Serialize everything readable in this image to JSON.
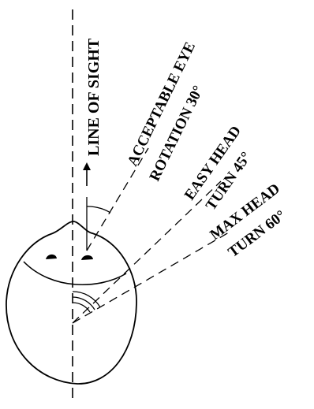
{
  "labels": {
    "line_of_sight": "LINE OF SIGHT",
    "eye_rotation_line1": "ACCEPTABLE EYE",
    "eye_rotation_line2": "ROTATION 30°",
    "easy_head_line1": "EASY HEAD",
    "easy_head_line2": "TURN 45°",
    "max_head_line1": "MAX HEAD",
    "max_head_line2": "TURN 60°"
  },
  "angles_deg": {
    "acceptable_eye_rotation": 30,
    "easy_head_turn": 45,
    "max_head_turn": 60
  },
  "colors": {
    "ink": "#000000",
    "background": "#ffffff"
  }
}
